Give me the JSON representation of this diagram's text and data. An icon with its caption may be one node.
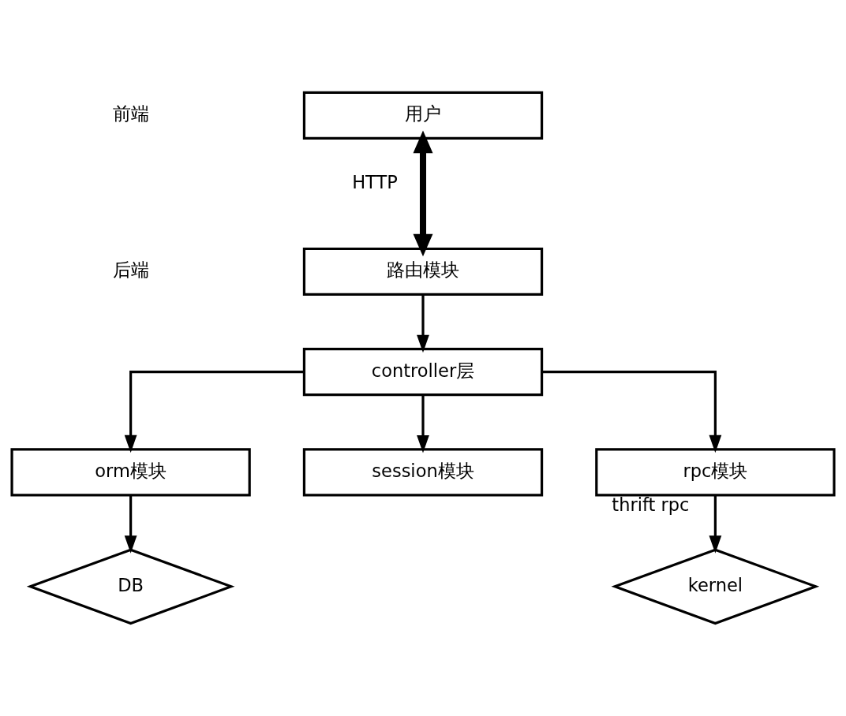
{
  "diagram": {
    "nodes": [
      {
        "text": [
          "用户"
        ]
      },
      {
        "text": [
          "路由模块"
        ]
      },
      {
        "text": [
          "controller层"
        ]
      },
      {
        "text": [
          "orm模块"
        ]
      },
      {
        "text": [
          "session模块"
        ]
      },
      {
        "text": [
          "rpc模块"
        ]
      },
      {
        "text": [
          "DB"
        ]
      },
      {
        "text": [
          "kernel"
        ]
      }
    ],
    "edges": [
      {
        "from": 0,
        "to": 1,
        "arrow": "both",
        "label": "HTTP",
        "style": "thick"
      },
      {
        "from": 1,
        "to": 2,
        "arrow": "to"
      },
      {
        "from": 2,
        "to": 3,
        "arrow": "to"
      },
      {
        "from": 2,
        "to": 4,
        "arrow": "to"
      },
      {
        "from": 2,
        "to": 5,
        "arrow": "to"
      },
      {
        "from": 3,
        "to": 6,
        "arrow": "to"
      },
      {
        "from": 5,
        "to": 7,
        "arrow": "to",
        "label": "thrift rpc"
      }
    ],
    "labels": [
      "前端",
      "后端"
    ]
  }
}
